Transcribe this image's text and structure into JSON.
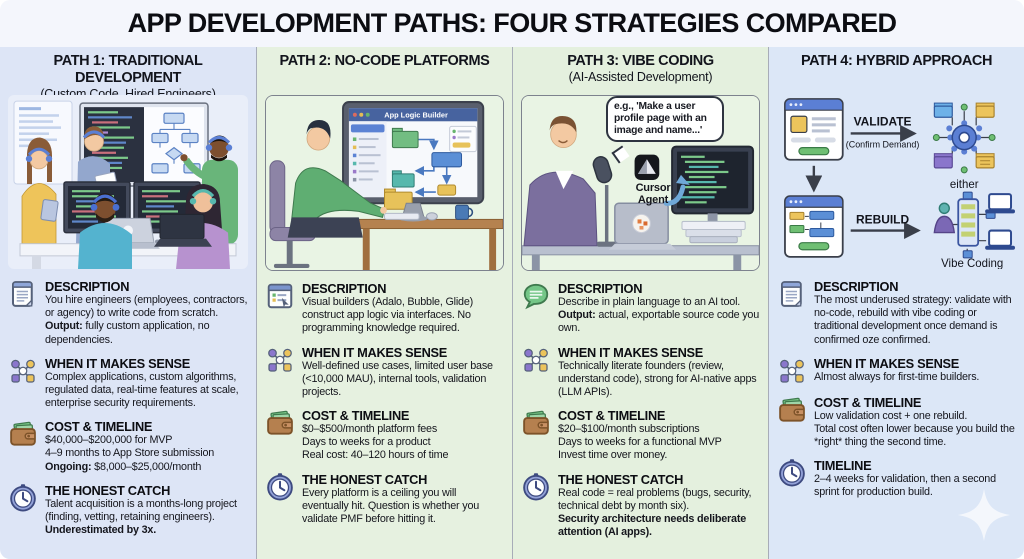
{
  "title": "APP DEVELOPMENT PATHS: FOUR STRATEGIES COMPARED",
  "palette": {
    "title_bg": "#f4f6fc",
    "col1_bg": "#dde5f6",
    "col2_bg": "#e6f1e0",
    "col3_bg": "#e4f0de",
    "col4_bg": "#dce7f7",
    "text": "#12141c",
    "accent_blue": "#5b7fd4",
    "accent_green": "#6fbf73"
  },
  "columns": [
    {
      "header": "PATH 1: TRADITIONAL DEVELOPMENT",
      "subheader": "(Custom Code, Hired Engineers)",
      "sections": [
        {
          "icon": "document-icon",
          "title": "DESCRIPTION",
          "body": [
            [
              {
                "t": "You hire engineers (employees, contractors, or agency) to write code from scratch. "
              },
              {
                "t": "Output:",
                "b": true
              },
              {
                "t": " fully custom application, no dependencies."
              }
            ]
          ]
        },
        {
          "icon": "network-icon",
          "title": "WHEN IT MAKES SENSE",
          "body": [
            [
              {
                "t": "Complex applications, custom algorithms, regulated data, real-time features at scale, enterprise security requirements."
              }
            ]
          ]
        },
        {
          "icon": "wallet-icon",
          "title": "COST & TIMELINE",
          "body": [
            [
              {
                "t": "$40,000–$200,000 for MVP"
              }
            ],
            [
              {
                "t": "4–9 months to App Store submission"
              }
            ],
            [
              {
                "t": "Ongoing:",
                "b": true
              },
              {
                "t": " $8,000–$25,000/month"
              }
            ]
          ]
        },
        {
          "icon": "clock-icon",
          "title": "THE HONEST CATCH",
          "body": [
            [
              {
                "t": "Talent acquisition is a months-long project (finding, vetting, retaining engineers). "
              },
              {
                "t": "Underestimated by 3x.",
                "b": true
              }
            ]
          ]
        }
      ]
    },
    {
      "header": "PATH 2: NO-CODE PLATFORMS",
      "subheader": "",
      "illustration": {
        "screen_title": "App Logic Builder"
      },
      "sections": [
        {
          "icon": "window-icon",
          "title": "DESCRIPTION",
          "body": [
            [
              {
                "t": "Visual builders (Adalo, Bubble, Glide) construct app logic via interfaces. No programming knowledge required."
              }
            ]
          ]
        },
        {
          "icon": "network-icon",
          "title": "WHEN IT MAKES SENSE",
          "body": [
            [
              {
                "t": "Well-defined use cases, limited user base (<10,000 MAU), internal tools, validation projects."
              }
            ]
          ]
        },
        {
          "icon": "wallet-icon",
          "title": "COST & TIMELINE",
          "body": [
            [
              {
                "t": "$0–$500/month platform fees"
              }
            ],
            [
              {
                "t": "Days to weeks for a product"
              }
            ],
            [
              {
                "t": "Real cost: 40–120 hours of time"
              }
            ]
          ]
        },
        {
          "icon": "clock-icon",
          "title": "THE HONEST CATCH",
          "body": [
            [
              {
                "t": "Every platform is a ceiling you will eventually hit. Question is whether you validate PMF before hitting it."
              }
            ]
          ]
        }
      ]
    },
    {
      "header": "PATH 3: VIBE CODING",
      "subheader": "(AI-Assisted Development)",
      "illustration": {
        "speech": "e.g., 'Make a user profile page with an image and name...'",
        "agent": "Cursor Agent"
      },
      "sections": [
        {
          "icon": "speech-bubble-icon",
          "title": "DESCRIPTION",
          "body": [
            [
              {
                "t": "Describe in plain language to an AI tool. "
              },
              {
                "t": "Output:",
                "b": true
              },
              {
                "t": " actual, exportable source code you own."
              }
            ]
          ]
        },
        {
          "icon": "network-icon",
          "title": "WHEN IT MAKES SENSE",
          "body": [
            [
              {
                "t": "Technically literate founders (review, understand code), strong for AI-native apps (LLM APIs)."
              }
            ]
          ]
        },
        {
          "icon": "wallet-icon",
          "title": "COST & TIMELINE",
          "body": [
            [
              {
                "t": "$20–$100/month subscriptions"
              }
            ],
            [
              {
                "t": "Days to weeks for a functional MVP"
              }
            ],
            [
              {
                "t": "Invest time over money."
              }
            ]
          ]
        },
        {
          "icon": "clock-icon",
          "title": "THE HONEST CATCH",
          "body": [
            [
              {
                "t": "Real code = real problems (bugs, security, technical debt by month six)."
              }
            ],
            [
              {
                "t": "Security architecture needs deliberate attention (AI apps).",
                "b": true
              }
            ]
          ]
        }
      ]
    },
    {
      "header": "PATH 4: HYBRID APPROACH",
      "subheader": "",
      "illustration": {
        "validate": "VALIDATE",
        "confirm": "(Confirm Demand)",
        "either": "either",
        "rebuild": "REBUILD",
        "vibe": "Vibe Coding"
      },
      "sections": [
        {
          "icon": "document-icon",
          "title": "DESCRIPTION",
          "body": [
            [
              {
                "t": "The most underused strategy: validate with no-code, rebuild with vibe coding or traditional development once demand is confirmed oze confirmed."
              }
            ]
          ]
        },
        {
          "icon": "network-icon",
          "title": "WHEN IT MAKES SENSE",
          "body": [
            [
              {
                "t": "Almost always for first-time builders."
              }
            ]
          ]
        },
        {
          "icon": "wallet-icon",
          "title": "COST & TIMELINE",
          "body": [
            [
              {
                "t": "Low validation cost + one rebuild."
              }
            ],
            [
              {
                "t": "Total cost often lower because you build the *right* thing the second time."
              }
            ]
          ]
        },
        {
          "icon": "clock-icon",
          "title": "TIMELINE",
          "body": [
            [
              {
                "t": "2–4 weeks for validation, then a second sprint for production build."
              }
            ]
          ]
        }
      ]
    }
  ]
}
